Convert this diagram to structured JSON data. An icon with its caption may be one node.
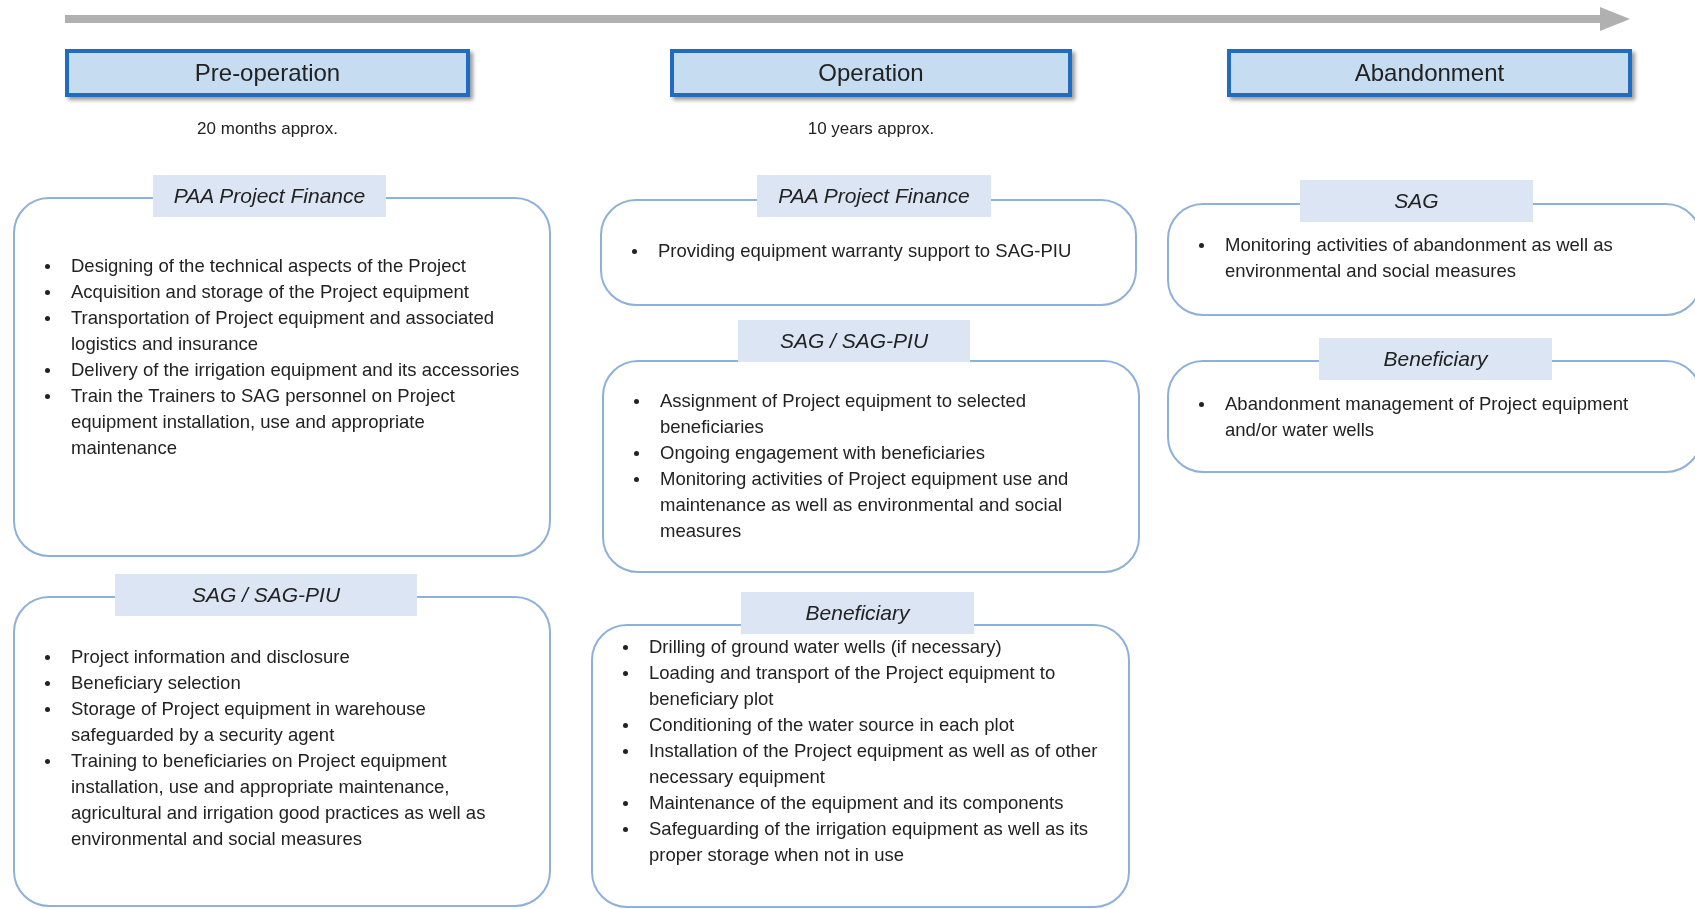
{
  "diagram": {
    "nodes": [
      {
        "text": [
          "Pre-operation"
        ],
        "beside": [
          "20 months approx."
        ]
      },
      {
        "text": [
          "Operation"
        ],
        "beside": [
          "10 years approx."
        ]
      },
      {
        "text": [
          "Abandonment"
        ]
      },
      {
        "text": [
          "PAA Project Finance",
          "Designing of the technical aspects of the Project",
          "Acquisition and storage of the Project equipment",
          "Transportation of Project equipment and associated logistics and insurance",
          "Delivery of the irrigation equipment and its accessories",
          "Train the Trainers to SAG personnel on Project equipment installation, use and appropriate maintenance"
        ]
      },
      {
        "text": [
          "SAG / SAG-PIU",
          "Project information and disclosure",
          "Beneficiary selection",
          "Storage of Project equipment in warehouse safeguarded by a security agent",
          "Training to beneficiaries on Project equipment installation, use and appropriate maintenance, agricultural and irrigation good practices as well as environmental and social measures"
        ]
      },
      {
        "text": [
          "PAA Project Finance",
          "Providing equipment warranty support to SAG-PIU"
        ]
      },
      {
        "text": [
          "SAG / SAG-PIU",
          "Assignment of Project equipment to selected beneficiaries",
          "Ongoing engagement with beneficiaries",
          "Monitoring activities of Project equipment use and maintenance as well as environmental and social measures"
        ]
      },
      {
        "text": [
          "Beneficiary",
          "Drilling of ground water wells (if necessary)",
          "Loading and transport of the Project equipment to beneficiary plot",
          "Conditioning of the water source in each plot",
          "Installation of the Project equipment as well as of other necessary equipment",
          "Maintenance of the equipment and its components",
          "Safeguarding of the irrigation equipment as well as its proper storage when not in use"
        ]
      },
      {
        "text": [
          "SAG",
          "Monitoring activities of abandonment as well as environmental and social measures"
        ]
      },
      {
        "text": [
          "Beneficiary",
          "Abandonment management of Project equipment and/or water wells"
        ]
      }
    ]
  }
}
